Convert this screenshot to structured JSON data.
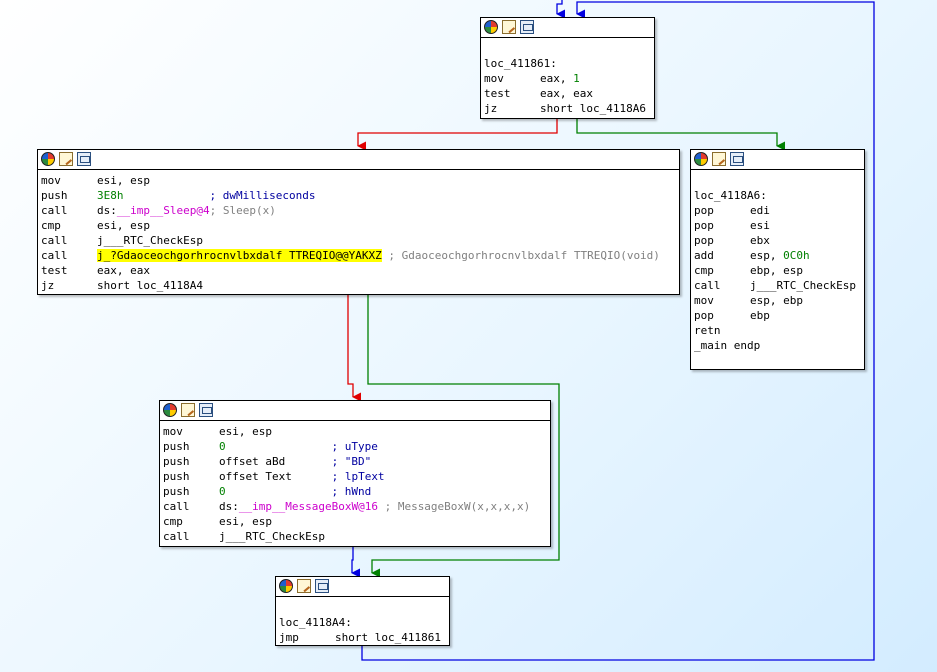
{
  "nodes": {
    "top": {
      "lines": [
        {
          "text": ""
        },
        {
          "text": "loc_411861:"
        },
        {
          "mnemonic": "mov",
          "operand": "eax, ",
          "num": "1"
        },
        {
          "mnemonic": "test",
          "operand": "eax, eax"
        },
        {
          "mnemonic": "jz",
          "operand": "short loc_4118A6"
        }
      ]
    },
    "sleep": {
      "lines": [
        {
          "mnemonic": "mov",
          "operand": "esi, esp"
        },
        {
          "mnemonic": "push",
          "num": "3E8h",
          "comment": "; dwMilliseconds"
        },
        {
          "mnemonic": "call",
          "prefix": "ds:",
          "imp": "__imp__Sleep@4",
          "comment2": "; Sleep(x)"
        },
        {
          "mnemonic": "cmp",
          "operand": "esi, esp"
        },
        {
          "mnemonic": "call",
          "operand": "j___RTC_CheckEsp"
        },
        {
          "mnemonic": "call",
          "hl": "j_?Gdaoceochgorhrocnvlbxdalf TTREQIO@@YAKXZ",
          "comment2": " ; Gdaoceochgorhrocnvlbxdalf TTREQIO(void)"
        },
        {
          "mnemonic": "test",
          "operand": "eax, eax"
        },
        {
          "mnemonic": "jz",
          "operand": "short loc_4118A4"
        }
      ]
    },
    "exit": {
      "lines": [
        {
          "text": ""
        },
        {
          "text": "loc_4118A6:"
        },
        {
          "mnemonic": "pop",
          "operand": "edi"
        },
        {
          "mnemonic": "pop",
          "operand": "esi"
        },
        {
          "mnemonic": "pop",
          "operand": "ebx"
        },
        {
          "mnemonic": "add",
          "operand": "esp, ",
          "num": "0C0h"
        },
        {
          "mnemonic": "cmp",
          "operand": "ebp, esp"
        },
        {
          "mnemonic": "call",
          "operand": "j___RTC_CheckEsp"
        },
        {
          "mnemonic": "mov",
          "operand": "esp, ebp"
        },
        {
          "mnemonic": "pop",
          "operand": "ebp"
        },
        {
          "mnemonic": "retn",
          "operand": ""
        },
        {
          "text": "_main endp"
        }
      ]
    },
    "msgbox": {
      "lines": [
        {
          "mnemonic": "mov",
          "operand": "esi, esp"
        },
        {
          "mnemonic": "push",
          "num": "0",
          "pad": "               ",
          "comment": "; uType"
        },
        {
          "mnemonic": "push",
          "operand": "offset aBd",
          "pad": "      ",
          "comment": "; \"BD\""
        },
        {
          "mnemonic": "push",
          "operand": "offset Text",
          "pad": "     ",
          "comment": "; lpText"
        },
        {
          "mnemonic": "push",
          "num": "0",
          "pad": "               ",
          "comment": "; hWnd"
        },
        {
          "mnemonic": "call",
          "prefix": "ds:",
          "imp": "__imp__MessageBoxW@16",
          "comment2": " ; MessageBoxW(x,x,x,x)"
        },
        {
          "mnemonic": "cmp",
          "operand": "esi, esp"
        },
        {
          "mnemonic": "call",
          "operand": "j___RTC_CheckEsp"
        }
      ]
    },
    "bottom": {
      "lines": [
        {
          "text": ""
        },
        {
          "text": "loc_4118A4:"
        },
        {
          "mnemonic": "jmp",
          "operand": "short loc_411861"
        }
      ]
    }
  },
  "colors": {
    "edge_true": "#008000",
    "edge_false": "#e00000",
    "edge_uncond": "#0000e0",
    "highlight": "#ffff00"
  }
}
